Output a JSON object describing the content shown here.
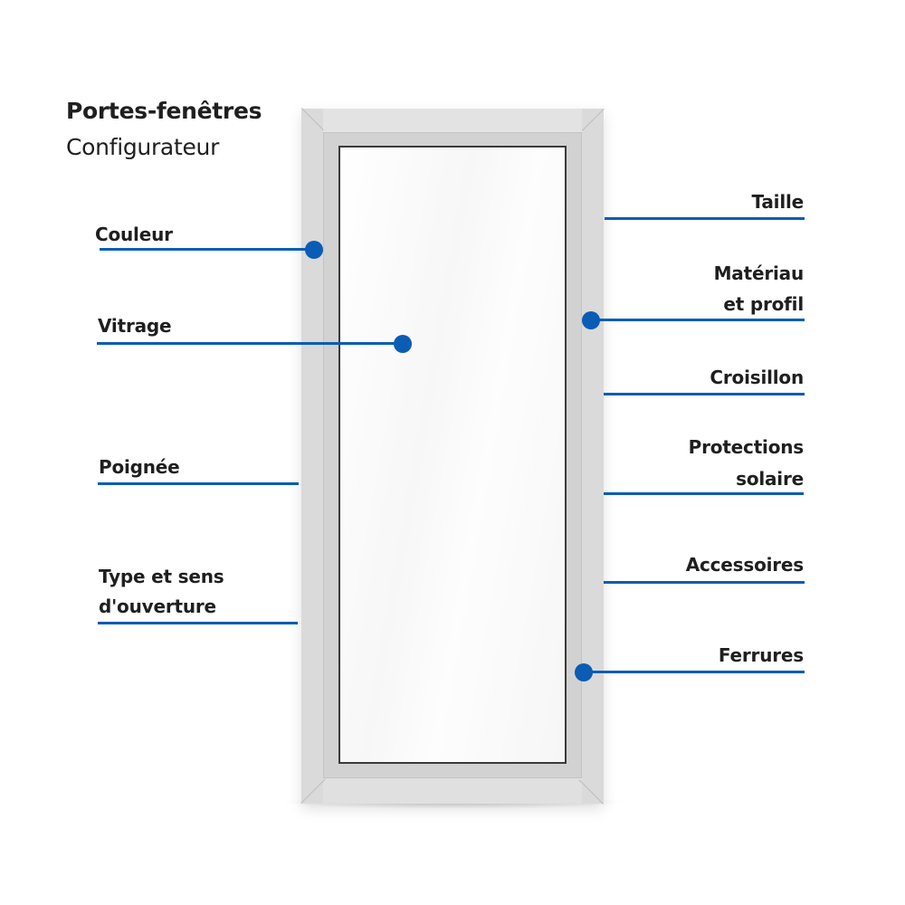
{
  "header": {
    "title": "Portes-fenêtres",
    "subtitle": "Configurateur"
  },
  "colors": {
    "accent": "#0a5cb5",
    "text": "#1f1f1f",
    "frame": "#dedede",
    "glass_border": "#3a3a3a"
  },
  "callouts_left": [
    {
      "id": "couleur",
      "label": "Couleur"
    },
    {
      "id": "vitrage",
      "label": "Vitrage"
    },
    {
      "id": "poignee",
      "label": "Poignée"
    },
    {
      "id": "type-sens",
      "label_line1": "Type et sens",
      "label_line2": "d'ouverture"
    }
  ],
  "callouts_right": [
    {
      "id": "taille",
      "label": "Taille"
    },
    {
      "id": "materiau",
      "label_line1": "Matériau",
      "label_line2": "et profil"
    },
    {
      "id": "croisillon",
      "label": "Croisillon"
    },
    {
      "id": "protections",
      "label_line1": "Protections",
      "label_line2": "solaire"
    },
    {
      "id": "accessoires",
      "label": "Accessoires"
    },
    {
      "id": "ferrures",
      "label": "Ferrures"
    }
  ]
}
